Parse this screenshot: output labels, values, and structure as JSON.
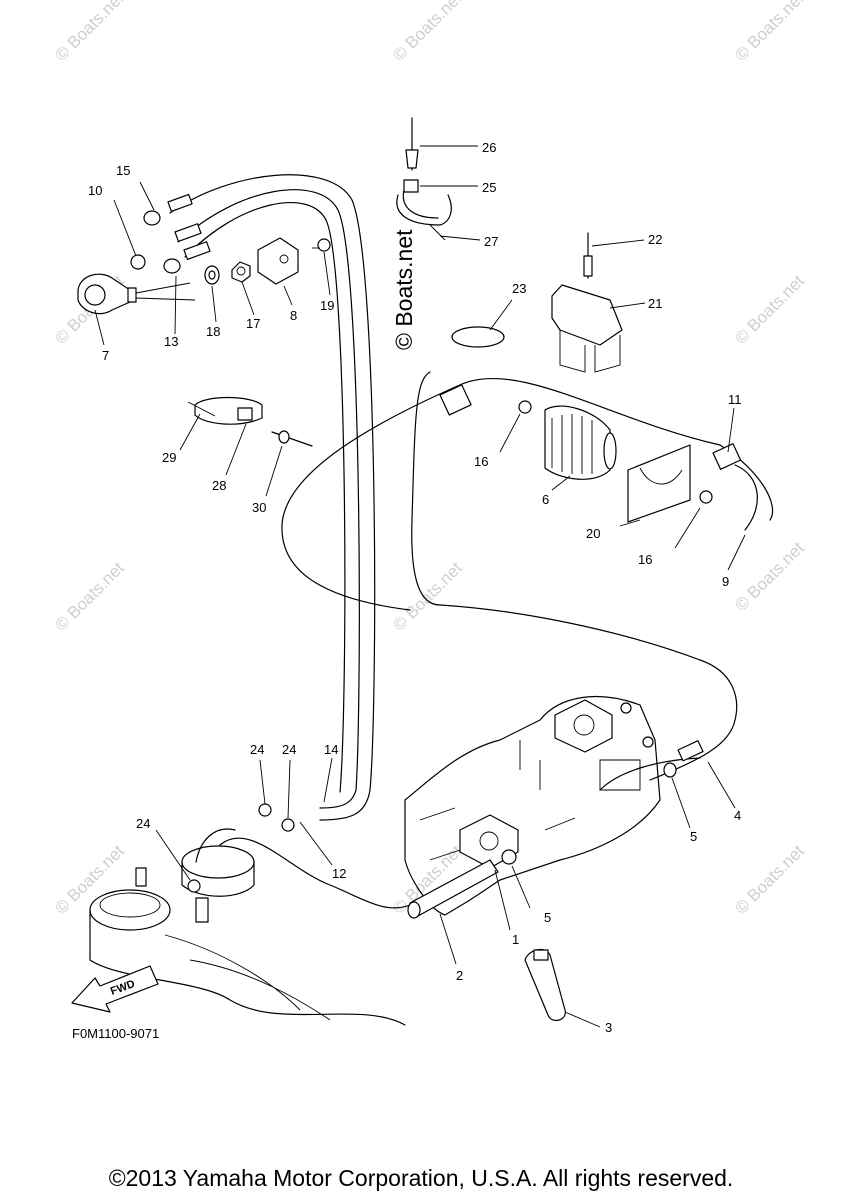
{
  "watermark": "© Boats.net",
  "stamp": "© Boats.net",
  "diagram_code": "F0M1100-9071",
  "fwd_label": "FWD",
  "copyright": "©2013 Yamaha Motor Corporation, U.S.A. All rights reserved.",
  "callouts": {
    "c1": "1",
    "c2": "2",
    "c3": "3",
    "c4": "4",
    "c5a": "5",
    "c5b": "5",
    "c6": "6",
    "c7": "7",
    "c8": "8",
    "c9": "9",
    "c10": "10",
    "c11": "11",
    "c12": "12",
    "c13": "13",
    "c14": "14",
    "c15": "15",
    "c16a": "16",
    "c16b": "16",
    "c17": "17",
    "c18": "18",
    "c19": "19",
    "c20": "20",
    "c21": "21",
    "c22": "22",
    "c23": "23",
    "c24a": "24",
    "c24b": "24",
    "c24c": "24",
    "c25": "25",
    "c26": "26",
    "c27": "27",
    "c28": "28",
    "c29": "29",
    "c30": "30"
  }
}
